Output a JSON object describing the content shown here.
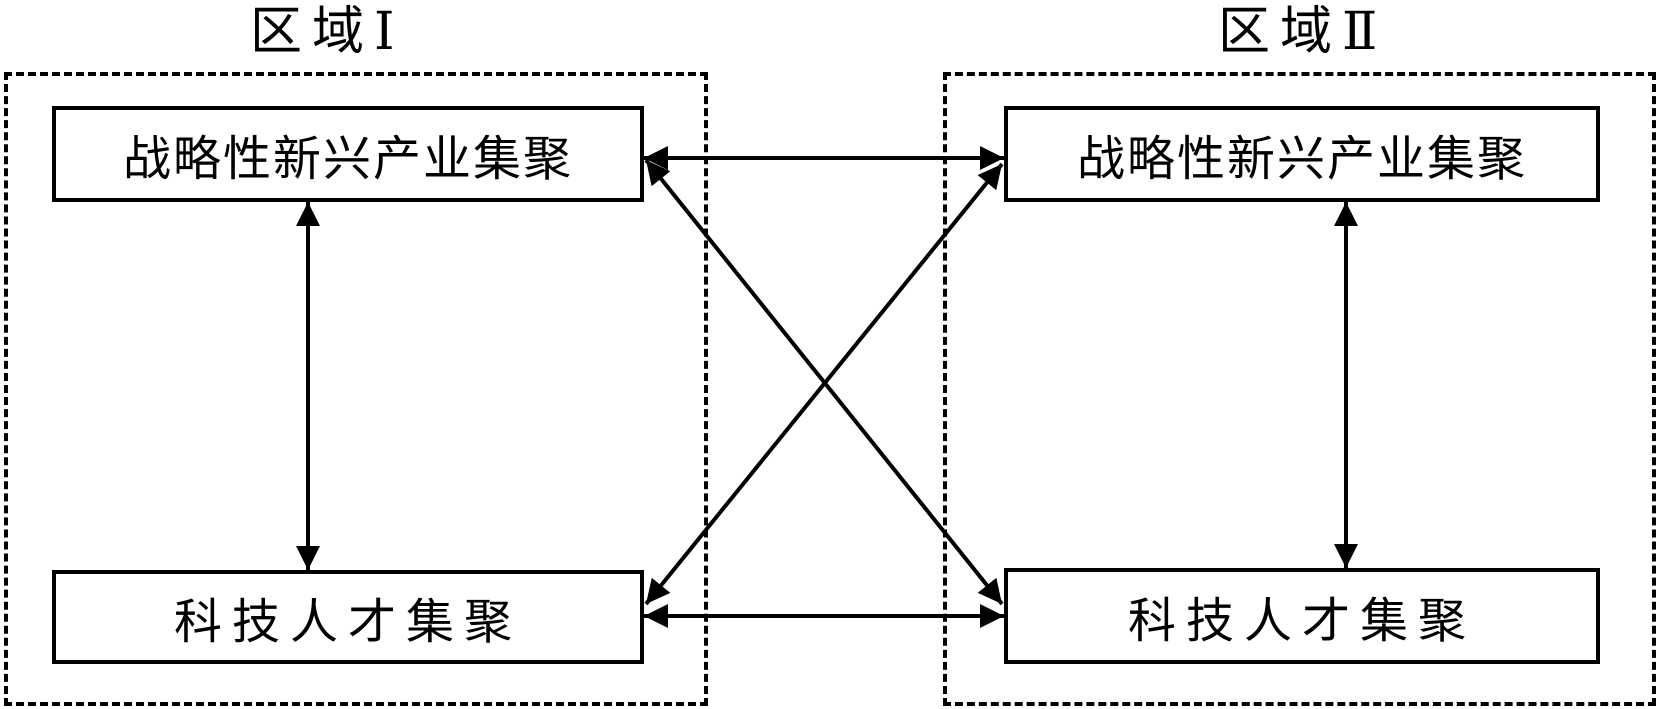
{
  "regions": [
    {
      "title": "区域Ⅰ",
      "industry_label": "战略性新兴产业集聚",
      "talent_label": "科技人才集聚"
    },
    {
      "title": "区域Ⅱ",
      "industry_label": "战略性新兴产业集聚",
      "talent_label": "科技人才集聚"
    }
  ],
  "links": [
    {
      "from": "region-1-industry",
      "to": "region-1-talent",
      "direction": "bidirectional"
    },
    {
      "from": "region-2-industry",
      "to": "region-2-talent",
      "direction": "bidirectional"
    },
    {
      "from": "region-1-industry",
      "to": "region-2-industry",
      "direction": "bidirectional"
    },
    {
      "from": "region-1-talent",
      "to": "region-2-talent",
      "direction": "bidirectional"
    },
    {
      "from": "region-1-industry",
      "to": "region-2-talent",
      "direction": "bidirectional"
    },
    {
      "from": "region-2-industry",
      "to": "region-1-talent",
      "direction": "bidirectional"
    }
  ],
  "colors": {
    "line": "#000000",
    "background": "#ffffff"
  }
}
